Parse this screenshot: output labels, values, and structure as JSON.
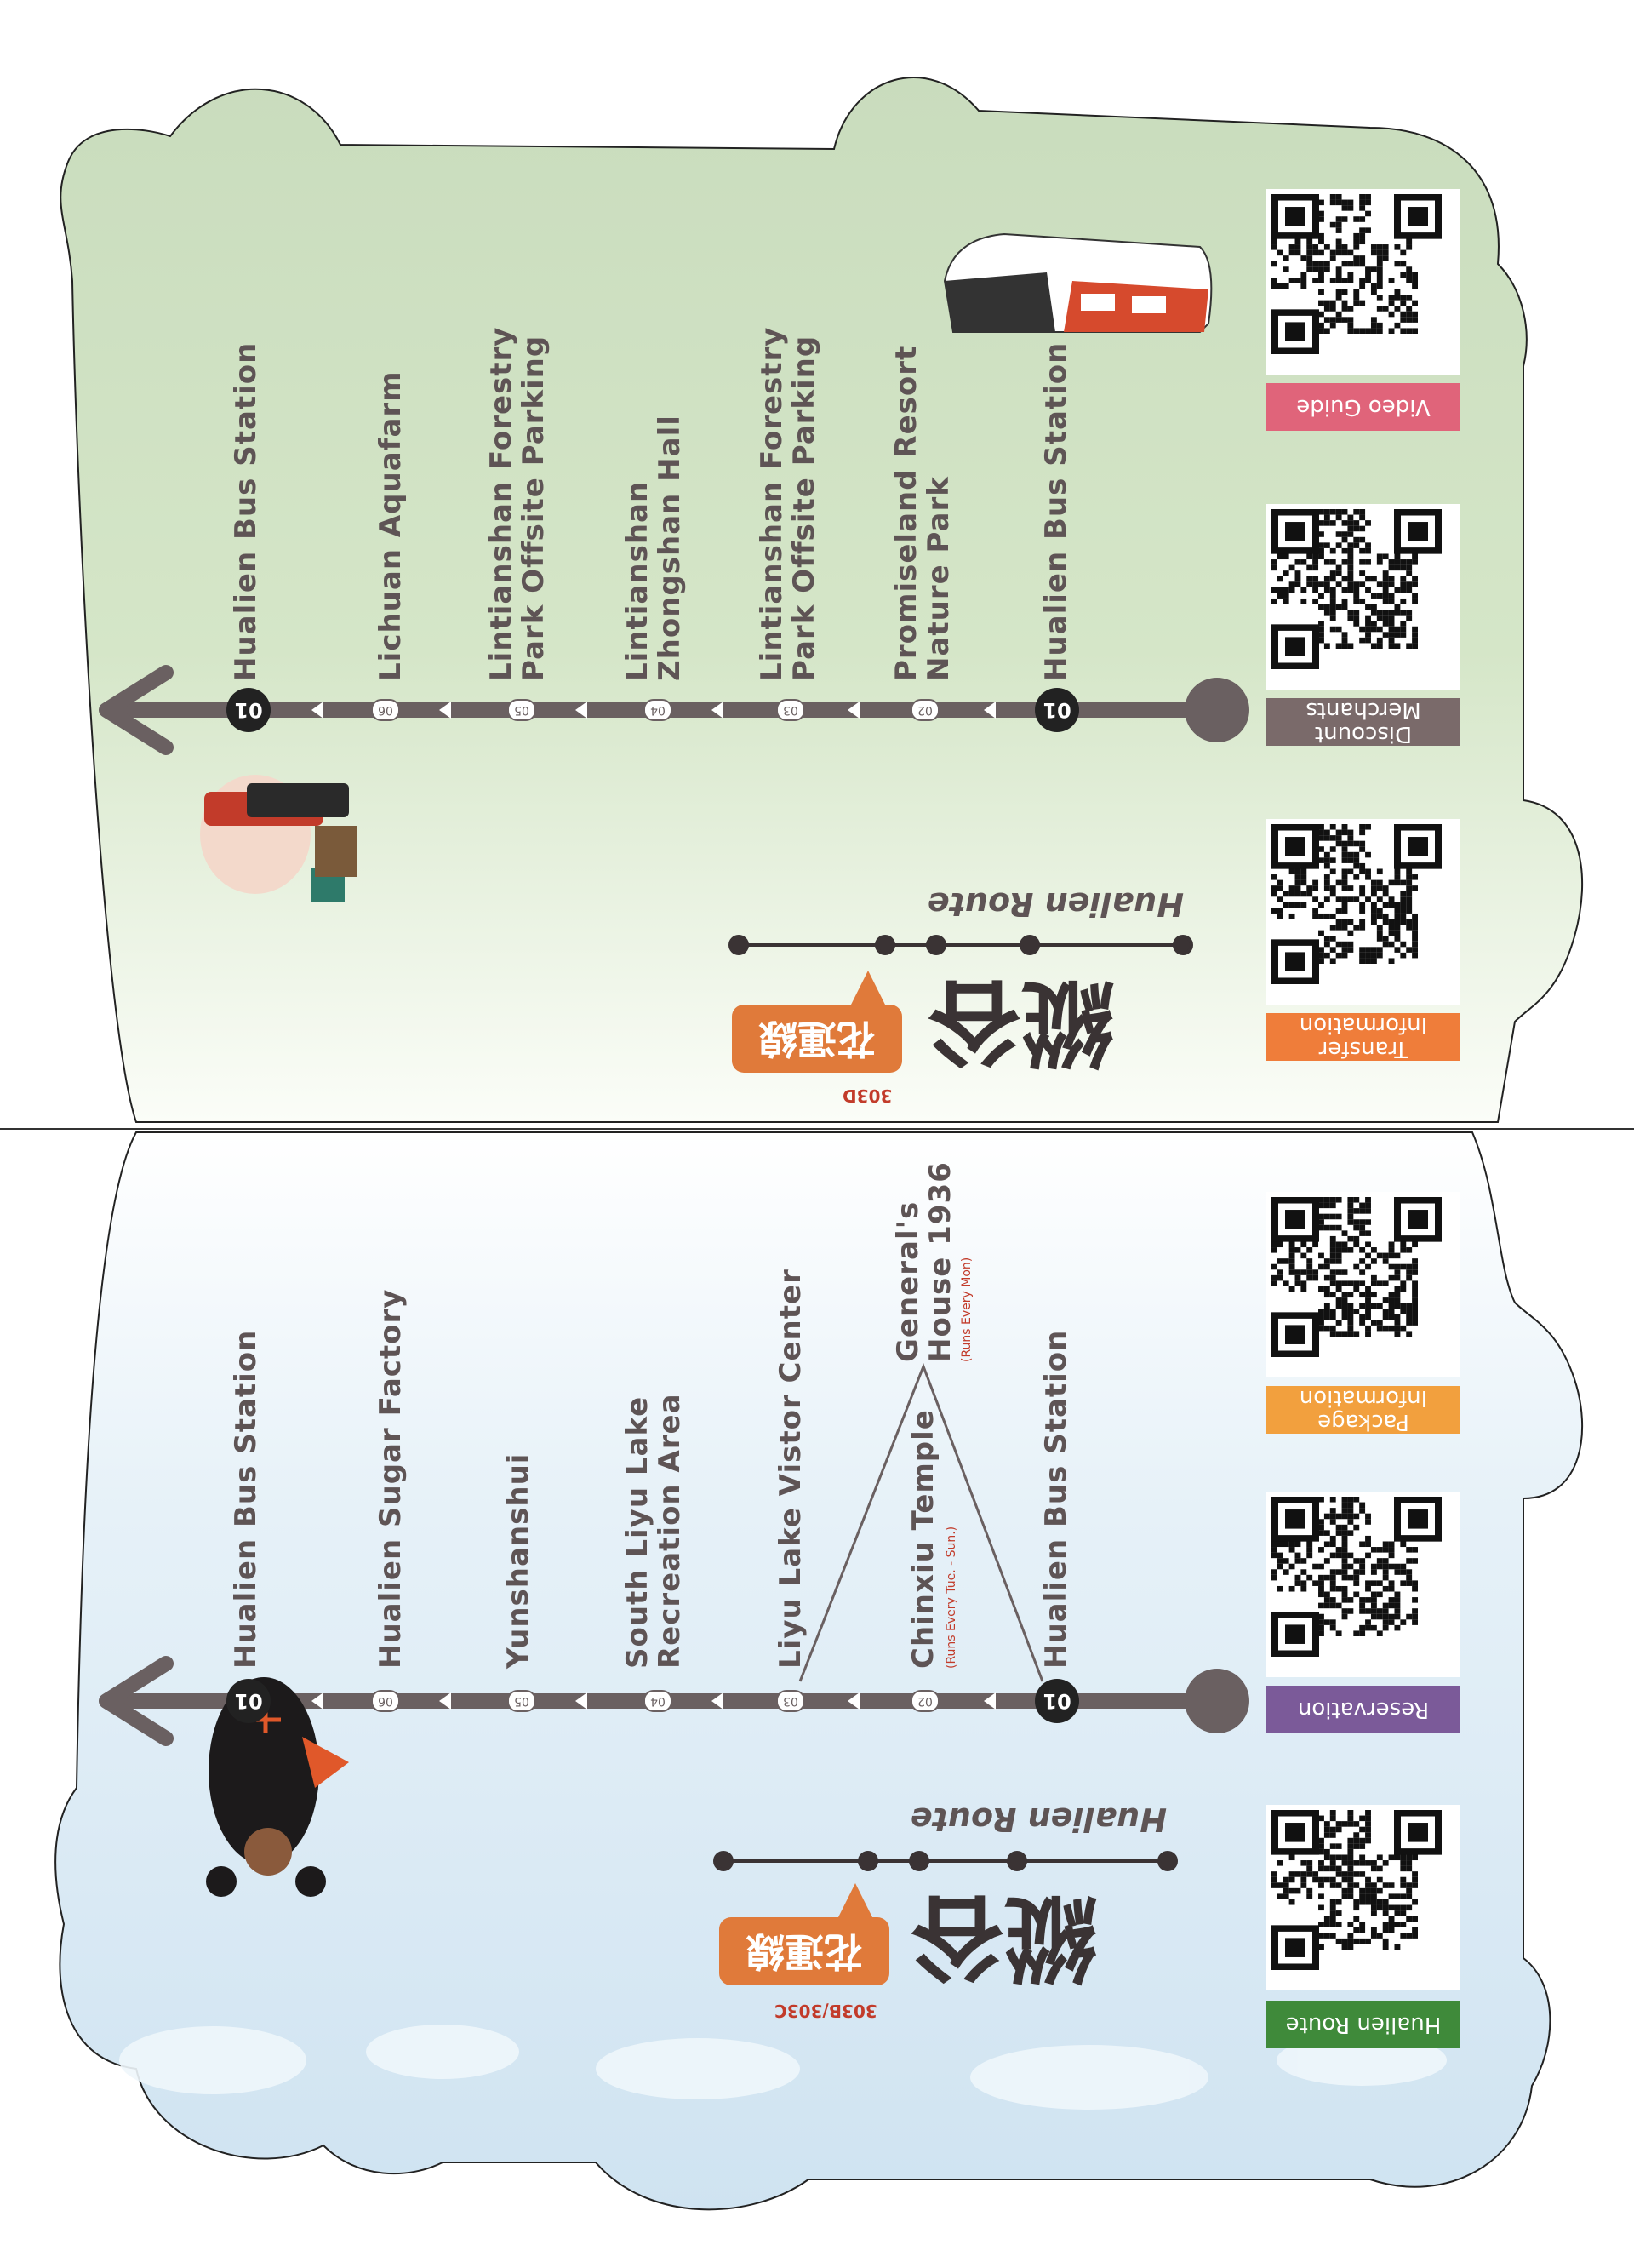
{
  "top_panel": {
    "route_code": "303D",
    "route_name": "Hualien Route",
    "brand_mark": "縱谷",
    "tag_label": "花運線",
    "stops": [
      {
        "num": "01",
        "name": "Hualien Bus Station",
        "line2": ""
      },
      {
        "num": "06",
        "name": "Lichuan Aquafarm",
        "line2": ""
      },
      {
        "num": "05",
        "name": "Lintianshan Forestry",
        "line2": "Park Offsite Parking"
      },
      {
        "num": "04",
        "name": "Lintianshan",
        "line2": "Zhongshan Hall"
      },
      {
        "num": "03",
        "name": "Lintianshan Forestry",
        "line2": "Park Offsite Parking"
      },
      {
        "num": "02",
        "name": "Promiseland Resort",
        "line2": "Nature Park"
      },
      {
        "num": "01",
        "name": "Hualien Bus Station",
        "line2": ""
      }
    ],
    "qr_codes": [
      {
        "label": "Video Guide",
        "color": "#e0647a"
      },
      {
        "label": "Discount Merchants",
        "color": "#7a6a6a"
      },
      {
        "label": "Transfer Information",
        "color": "#ef7d3a"
      }
    ]
  },
  "bottom_panel": {
    "route_code": "303B/303C",
    "route_name": "Hualien Route",
    "brand_mark": "縱谷",
    "tag_label": "花運線",
    "stops": [
      {
        "num": "01",
        "name": "Hualien Bus Station",
        "line2": "",
        "sub": ""
      },
      {
        "num": "06",
        "name": "Hualien Sugar Factory",
        "line2": "",
        "sub": ""
      },
      {
        "num": "05",
        "name": "Yunshanshui",
        "line2": "",
        "sub": ""
      },
      {
        "num": "04",
        "name": "South Liyu Lake",
        "line2": "Recreation Area",
        "sub": ""
      },
      {
        "num": "03",
        "name": "Liyu Lake Vistor Center",
        "line2": "",
        "sub": ""
      },
      {
        "num": "02",
        "name": "Chinxiu Temple",
        "line2": "",
        "sub": "(Runs Every Tue. - Sun.)"
      },
      {
        "num": "01",
        "name": "Hualien Bus Station",
        "line2": "",
        "sub": ""
      }
    ],
    "branch_stop": {
      "name": "General's",
      "line2": "House 1936",
      "sub": "(Runs Every Mon)"
    },
    "qr_codes": [
      {
        "label": "Package Information",
        "color": "#f2a03e"
      },
      {
        "label": "Reservation",
        "color": "#7b5a99"
      },
      {
        "label": "Hualien Route",
        "color": "#3f8a3a"
      }
    ]
  }
}
